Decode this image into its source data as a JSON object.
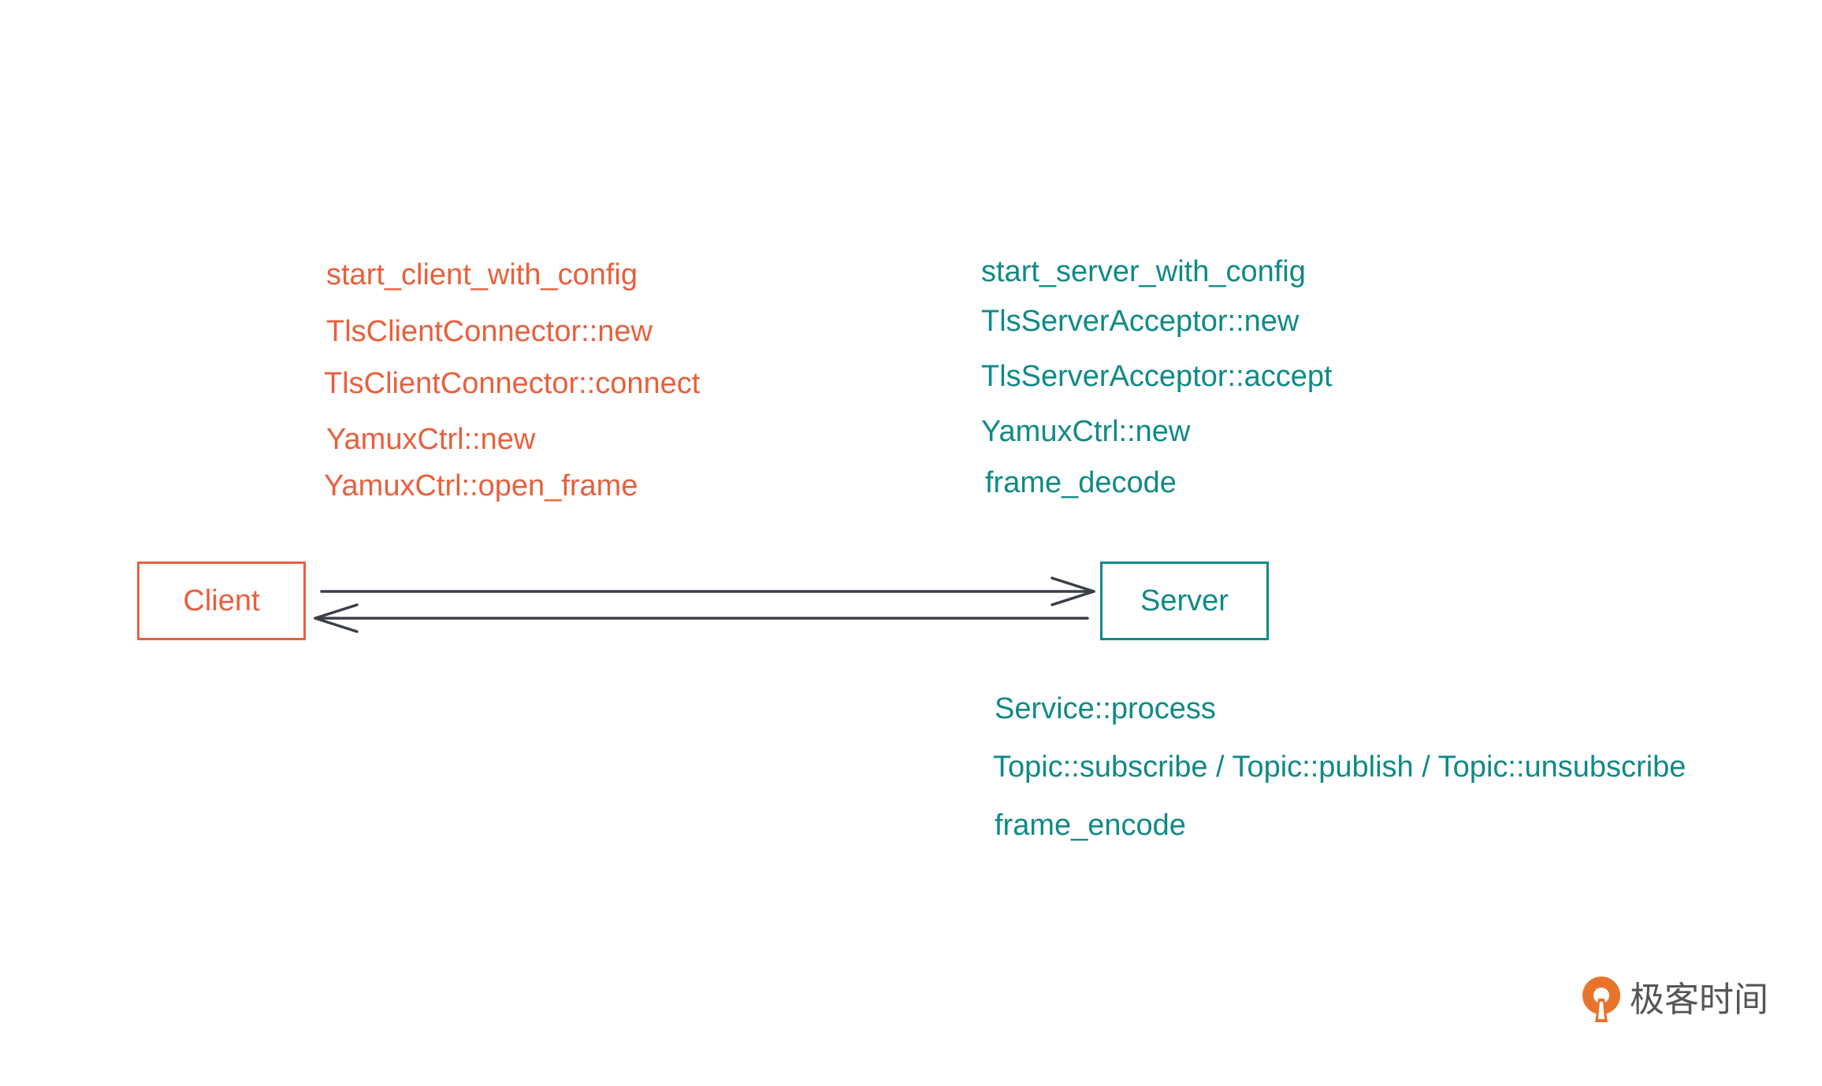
{
  "client": {
    "label": "Client",
    "calls": [
      "start_client_with_config",
      "TlsClientConnector::new",
      "TlsClientConnector::connect",
      "YamuxCtrl::new",
      "YamuxCtrl::open_frame"
    ]
  },
  "server": {
    "label": "Server",
    "calls_top": [
      "start_server_with_config",
      "TlsServerAcceptor::new",
      "TlsServerAcceptor::accept",
      "YamuxCtrl::new",
      "frame_decode"
    ],
    "calls_bottom": [
      "Service::process",
      "Topic::subscribe / Topic::publish / Topic::unsubscribe",
      "frame_encode"
    ]
  },
  "logo": {
    "text": "极客时间",
    "icon": "geektime-logo-icon"
  },
  "colors": {
    "client": "#e8603c",
    "server": "#0f8a86",
    "arrow": "#3a3f48"
  }
}
